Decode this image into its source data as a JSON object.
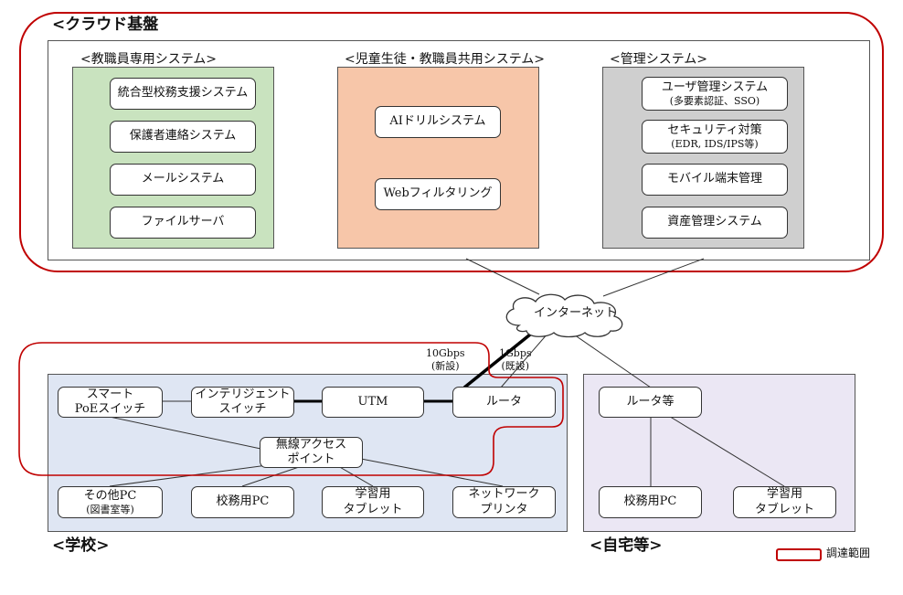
{
  "cloud": {
    "title": "<クラウド基盤",
    "groups": [
      {
        "title": "<教職員専用システム>",
        "items": [
          "統合型校務支援システム",
          "保護者連絡システム",
          "メールシステム",
          "ファイルサーバ"
        ]
      },
      {
        "title": "<児童生徒・教職員共用システム>",
        "items": [
          "AIドリルシステム",
          "Webフィルタリング"
        ]
      },
      {
        "title": "<管理システム>",
        "items": [
          {
            "main": "ユーザ管理システム",
            "sub": "(多要素認証、SSO)"
          },
          {
            "main": "セキュリティ対策",
            "sub": "(EDR, IDS/IPS等)"
          },
          {
            "main": "モバイル端末管理",
            "sub": ""
          },
          {
            "main": "資産管理システム",
            "sub": ""
          }
        ]
      }
    ]
  },
  "internet": "インターネット",
  "links": {
    "new": {
      "speed": "10Gbps",
      "note": "(新設)"
    },
    "existing": {
      "speed": "1Gbps",
      "note": "(既設)"
    }
  },
  "school": {
    "title": "<学校>",
    "smart_poe": [
      "スマート",
      "PoEスイッチ"
    ],
    "intelligent": [
      "インテリジェント",
      "スイッチ"
    ],
    "utm": "UTM",
    "router": "ルータ",
    "wifi": [
      "無線アクセス",
      "ポイント"
    ],
    "other_pc": {
      "main": "その他PC",
      "sub": "(図書室等)"
    },
    "admin_pc": "校務用PC",
    "tablet": [
      "学習用",
      "タブレット"
    ],
    "printer": [
      "ネットワーク",
      "プリンタ"
    ]
  },
  "home": {
    "title": "<自宅等>",
    "router": "ルータ等",
    "admin_pc": "校務用PC",
    "tablet": [
      "学習用",
      "タブレット"
    ]
  },
  "legend": {
    "label": "調達範囲",
    "color": "#c00000"
  },
  "colors": {
    "procurement": "#c00000",
    "staff_group": "#c9e3bf",
    "shared_group": "#f7c6a9",
    "admin_group": "#cfcfcf",
    "school_area": "#dfe6f3",
    "home_area": "#ebe7f4"
  }
}
